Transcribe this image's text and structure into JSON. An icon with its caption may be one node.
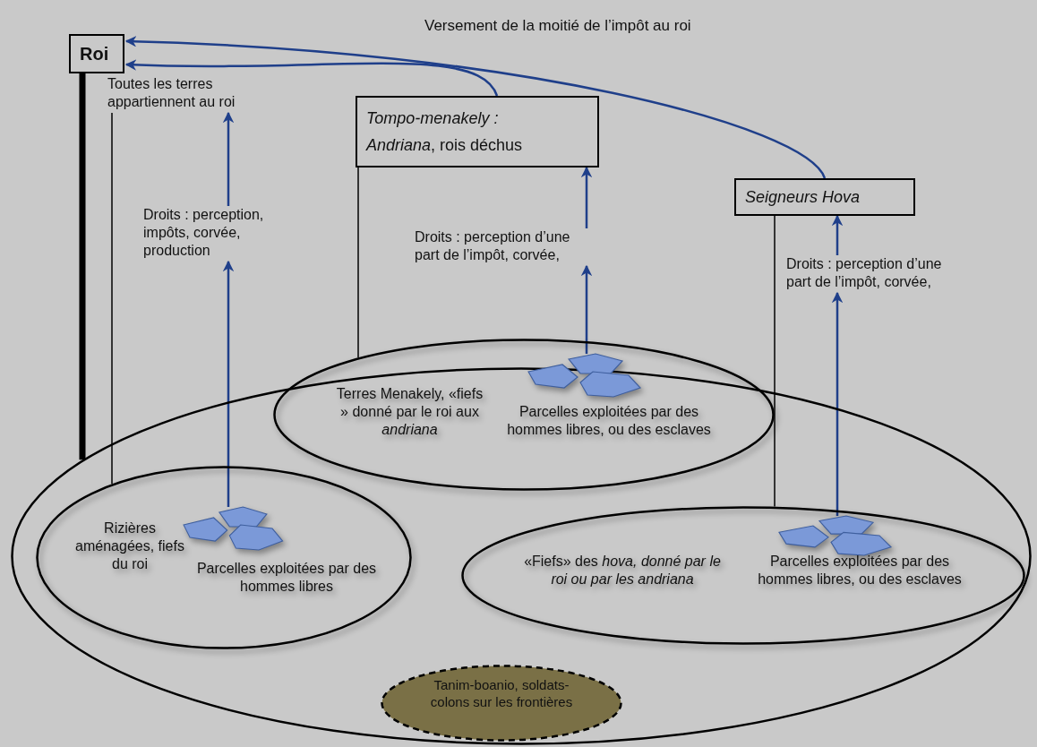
{
  "diagram": {
    "nodes": [
      {
        "text": [
          "Roi"
        ]
      },
      {
        "text": [
          "*Tompo-menakely : Andriana*, rois déchus"
        ]
      },
      {
        "text": [
          "Seigneurs Hova"
        ]
      },
      {
        "text": [
          "Toutes les terres appartiennent au roi"
        ]
      },
      {
        "text": [
          "Droits : perception, impôts, corvée, production"
        ]
      },
      {
        "text": [
          "Droits : perception d’une part de l’impôt, corvée,"
        ]
      },
      {
        "text": [
          "Droits : perception d’une part de l’impôt, corvée,"
        ]
      },
      {
        "text": [],
        "shape": "ellipse"
      },
      {
        "text": [
          "Terres Menakely, «fiefs » donné par le roi aux *andriana*",
          "Parcelles exploitées par des hommes libres, ou des esclaves"
        ]
      },
      {
        "text": [],
        "shape": "pentagons",
        "in": 8
      },
      {
        "text": [
          "Rizières aménagées, fiefs du roi",
          "Parcelles exploitées par des hommes libres"
        ],
        "in": 7
      },
      {
        "text": [],
        "shape": "pentagons",
        "in": 10
      },
      {
        "text": [
          "«Fiefs» des *hova, donné par le roi ou par les andriana*",
          "Parcelles exploitées par des hommes libres, ou des esclaves"
        ],
        "in": 7
      },
      {
        "text": [],
        "shape": "pentagons",
        "in": 12
      },
      {
        "text": [
          "Tanim-boanio, soldats-colons sur les frontières"
        ],
        "in": 7
      }
    ],
    "edges": [
      {
        "from": 1,
        "to": 0,
        "arrow": "to"
      },
      {
        "from": 2,
        "to": 0,
        "arrow": "to",
        "label": "Versement de la moitié de l’impôt au roi"
      },
      {
        "from": 11,
        "to": 4,
        "arrow": "to"
      },
      {
        "from": 4,
        "to": 3,
        "arrow": "to"
      },
      {
        "from": 9,
        "to": 5,
        "arrow": "to"
      },
      {
        "from": 5,
        "to": 1,
        "arrow": "to"
      },
      {
        "from": 13,
        "to": 6,
        "arrow": "to"
      },
      {
        "from": 6,
        "to": 2,
        "arrow": "to"
      },
      {
        "from": 0,
        "to": 7,
        "arrow": "none",
        "style": "thick",
        "color": "#000000"
      },
      {
        "from": 3,
        "to": 10,
        "arrow": "none",
        "color": "#000000"
      },
      {
        "from": 1,
        "to": 8,
        "arrow": "none",
        "color": "#000000"
      },
      {
        "from": 2,
        "to": 12,
        "arrow": "none",
        "color": "#000000"
      }
    ]
  }
}
